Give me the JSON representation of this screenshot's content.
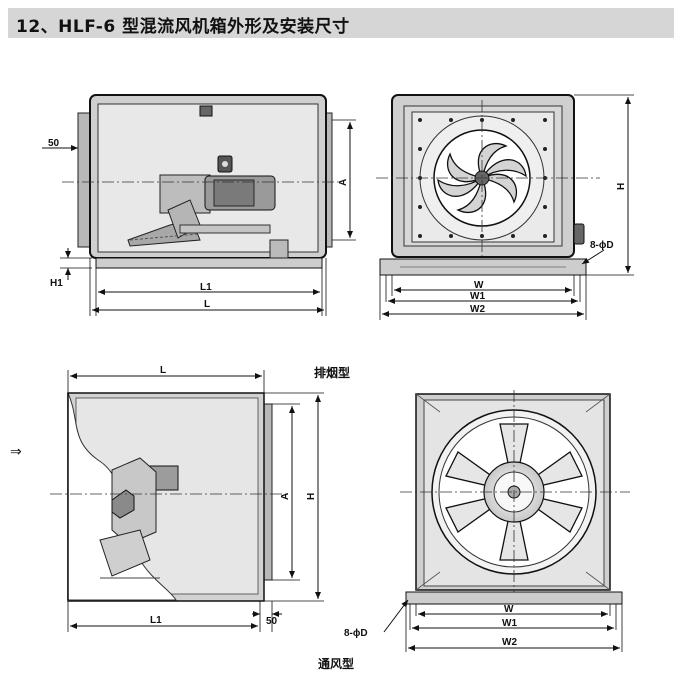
{
  "title": "12、HLF-6 型混流风机箱外形及安装尺寸",
  "top_side": {
    "d50": "50",
    "A": "A",
    "H1": "H1",
    "L1": "L1",
    "L": "L"
  },
  "top_front": {
    "H": "H",
    "W": "W",
    "W1": "W1",
    "W2": "W2",
    "bolt": "8-ϕD"
  },
  "bottom_side": {
    "L": "L",
    "A": "A",
    "H": "H",
    "L1": "L1",
    "d50": "50",
    "arrow": "⇒"
  },
  "bottom_front": {
    "W": "W",
    "W1": "W1",
    "W2": "W2",
    "bolt": "8-ϕD"
  },
  "labels": {
    "exhaust": "排烟型",
    "ventilation": "通风型"
  }
}
